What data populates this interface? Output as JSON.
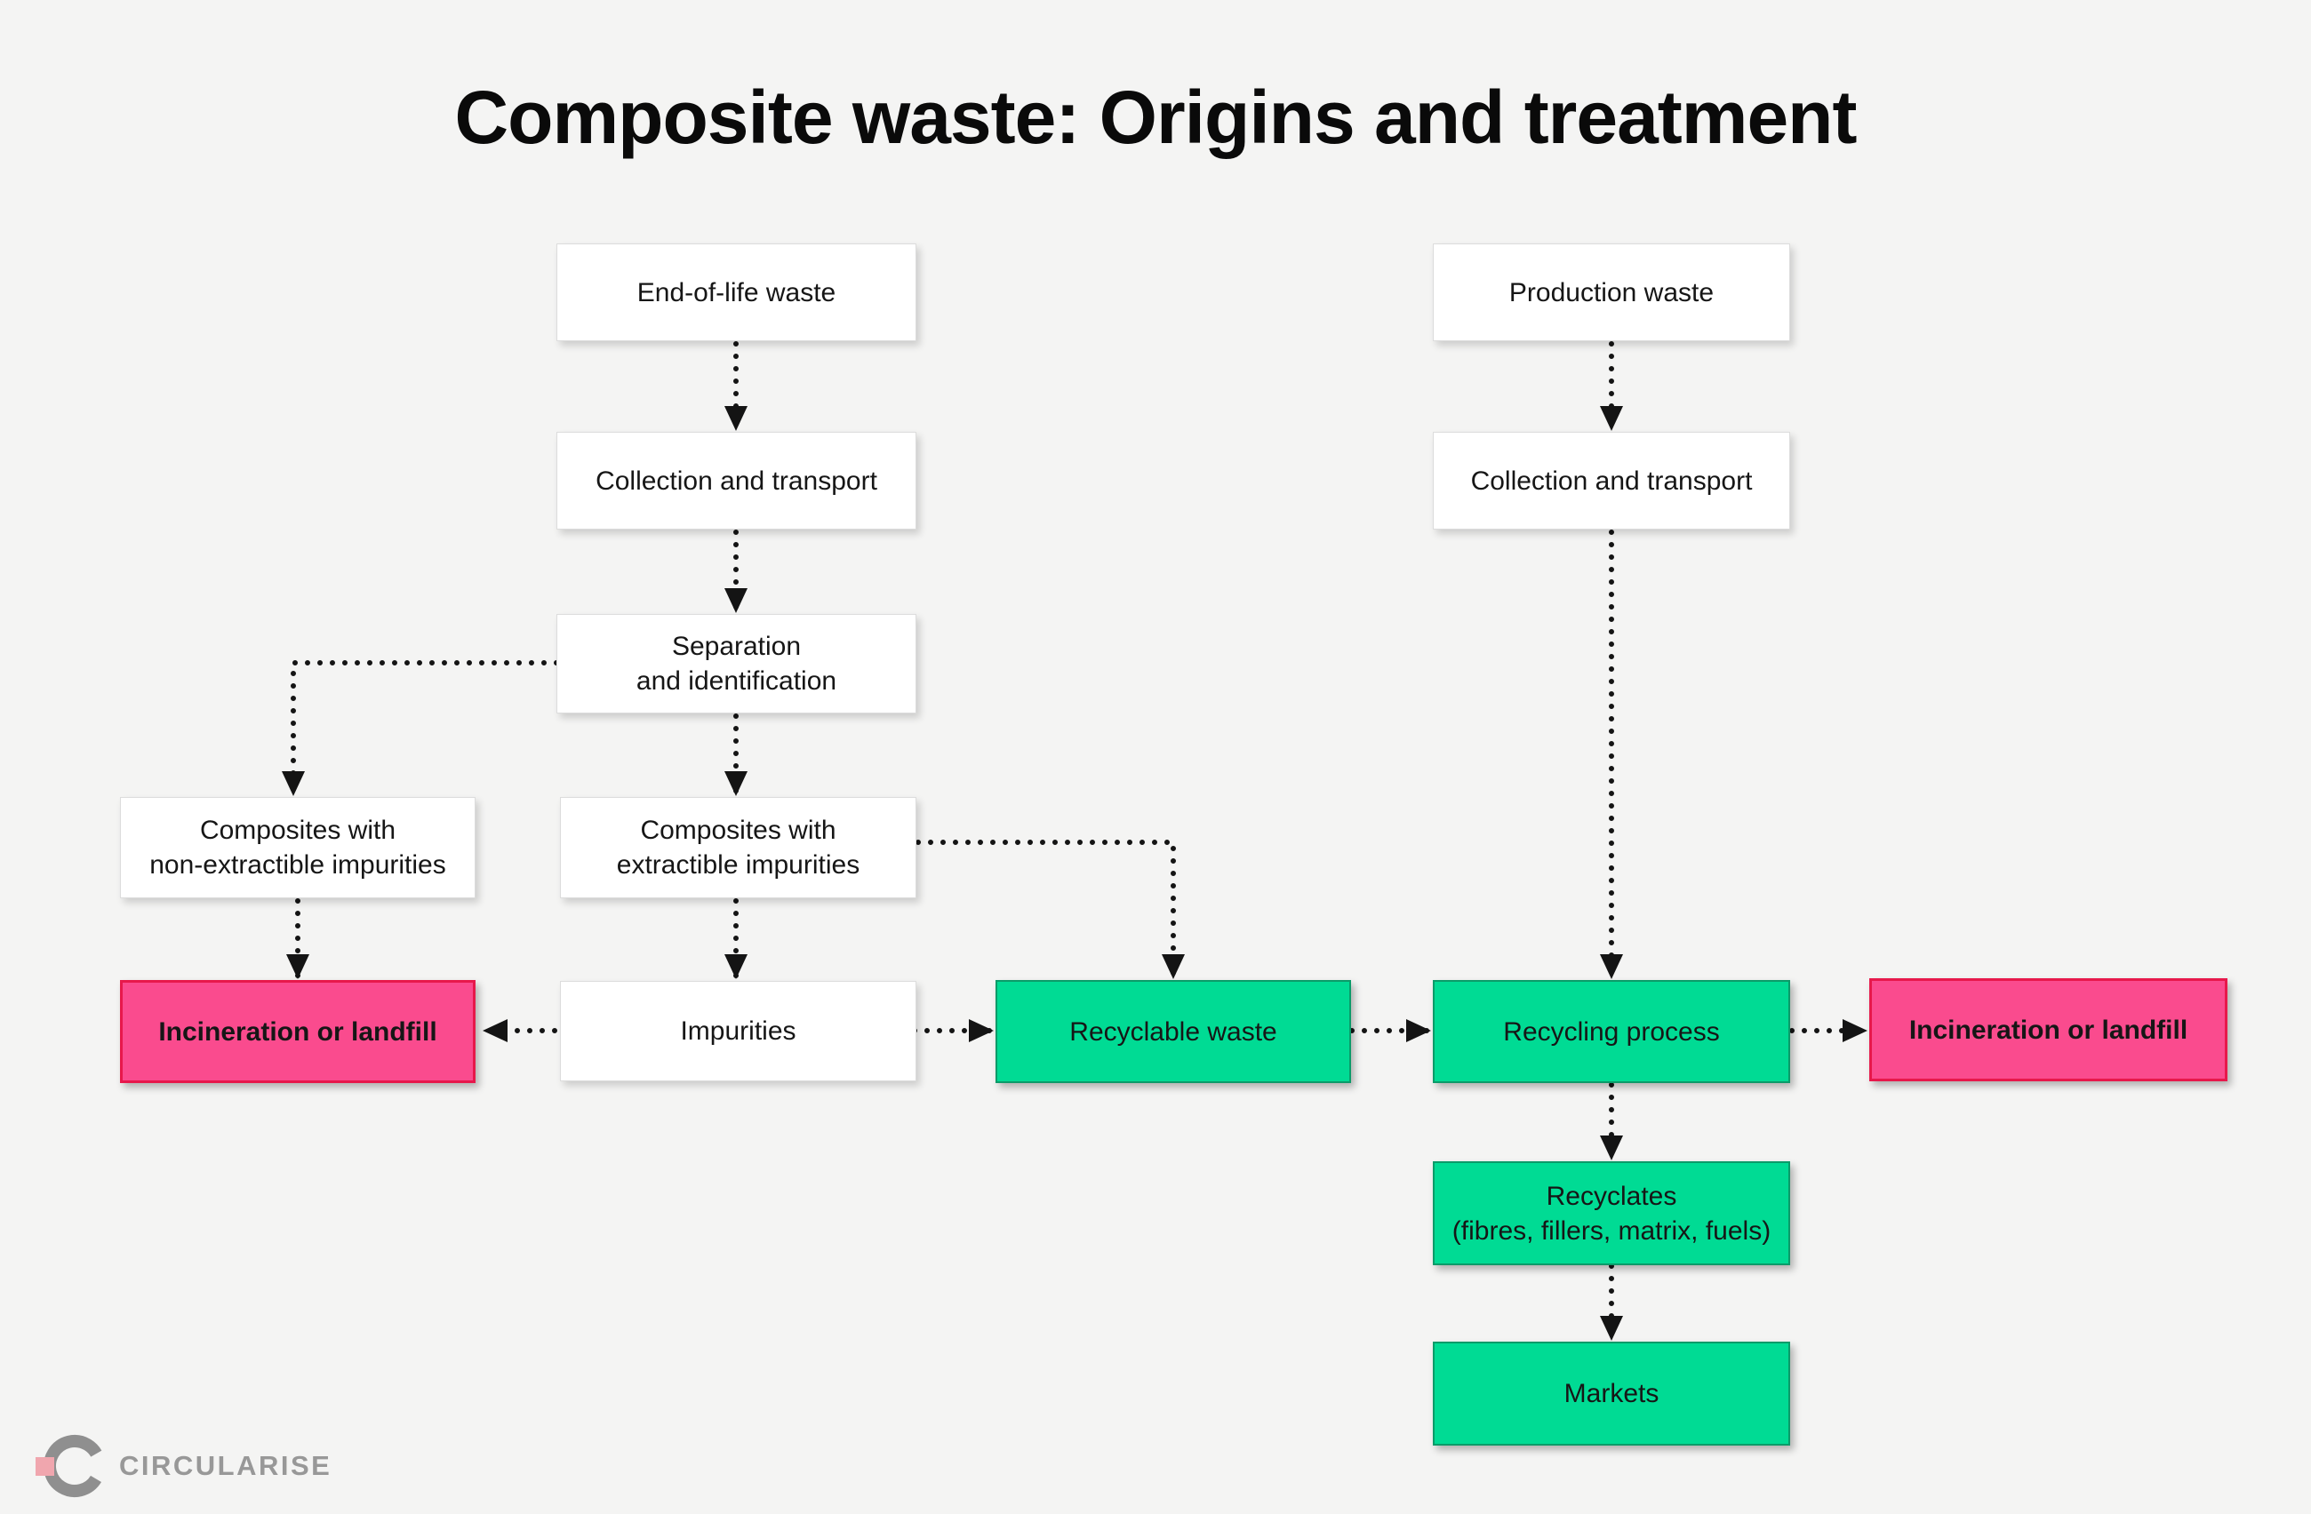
{
  "title": "Composite waste: Origins and treatment",
  "nodes": {
    "end_of_life_waste": {
      "line1": "End-of-life waste"
    },
    "collection_transport_left": {
      "line1": "Collection and transport"
    },
    "separation_identification": {
      "line1": "Separation",
      "line2": "and identification"
    },
    "composites_non_extractible": {
      "line1": "Composites with",
      "line2": "non-extractible impurities"
    },
    "composites_extractible": {
      "line1": "Composites with",
      "line2": "extractible impurities"
    },
    "incineration_landfill_left": {
      "line1": "Incineration or landfill"
    },
    "impurities": {
      "line1": "Impurities"
    },
    "recyclable_waste": {
      "line1": "Recyclable waste"
    },
    "recycling_process": {
      "line1": "Recycling process"
    },
    "incineration_landfill_right": {
      "line1": "Incineration or landfill"
    },
    "recyclates": {
      "line1": "Recyclates",
      "line2": "(fibres, fillers, matrix, fuels)"
    },
    "markets": {
      "line1": "Markets"
    },
    "production_waste": {
      "line1": "Production waste"
    },
    "collection_transport_right": {
      "line1": "Collection and transport"
    }
  },
  "logo": {
    "text": "CIRCULARISE"
  },
  "colors": {
    "background": "#f4f4f3",
    "box_white": "#ffffff",
    "box_white_border": "#dcdcdc",
    "box_green": "#00db94",
    "box_green_border": "#0b9b69",
    "box_pink": "#fa4b8e",
    "box_pink_border": "#e7184b",
    "arrow": "#141414",
    "text": "#161616",
    "logo_gray": "#8f8f8f",
    "logo_pink": "#f0a6ae"
  }
}
